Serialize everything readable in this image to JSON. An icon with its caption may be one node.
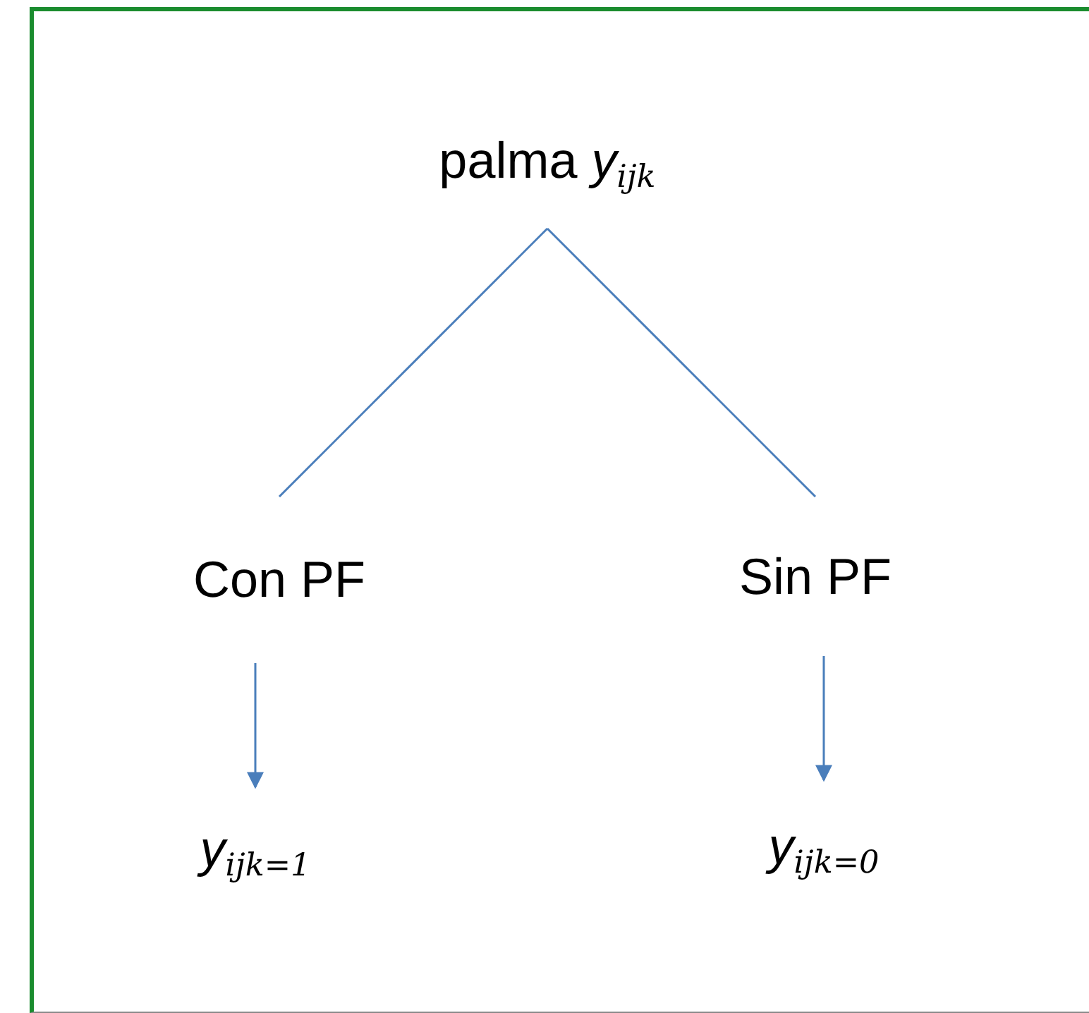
{
  "diagram": {
    "nodes": [
      {
        "text": [
          "palma *y*$_{ijk}$"
        ]
      },
      {
        "text": [
          "Con PF"
        ]
      },
      {
        "text": [
          "Sin PF"
        ]
      },
      {
        "text": [
          "*y*$_{ijk=1}$"
        ]
      },
      {
        "text": [
          "*y*$_{ijk=0}$"
        ]
      }
    ],
    "edges": [
      {
        "from": 0,
        "to": 1,
        "arrow": "none"
      },
      {
        "from": 0,
        "to": 2,
        "arrow": "none"
      },
      {
        "from": 1,
        "to": 3,
        "arrow": "to"
      },
      {
        "from": 2,
        "to": 4,
        "arrow": "to"
      }
    ]
  }
}
